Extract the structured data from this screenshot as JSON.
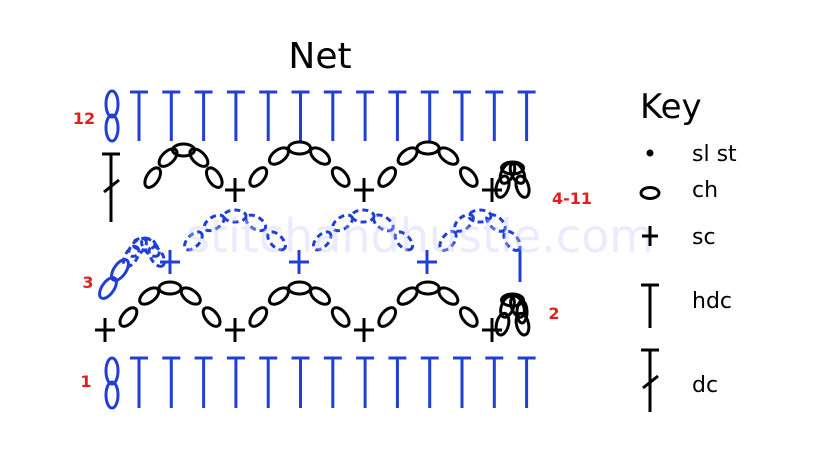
{
  "title": "Net",
  "watermark": "stitchandhustle.com",
  "row_labels": {
    "row1": "1",
    "row2": "2",
    "row3": "3",
    "rows4to11": "4-11",
    "row12": "12"
  },
  "key": {
    "title": "Key",
    "items": [
      {
        "symbol": "slip-stitch-dot-icon",
        "label": "sl st"
      },
      {
        "symbol": "chain-oval-icon",
        "label": "ch"
      },
      {
        "symbol": "single-crochet-cross-icon",
        "label": "sc"
      },
      {
        "symbol": "half-double-crochet-t-icon",
        "label": "hdc"
      },
      {
        "symbol": "double-crochet-slash-icon",
        "label": "dc"
      }
    ]
  },
  "colors": {
    "blue": "#1f3fd6",
    "black": "#000000",
    "label_red": "#e02020",
    "watermark": "#c8c8ff"
  },
  "stitch_counts": {
    "hdc_per_row": 13,
    "arches_per_row": 3
  }
}
